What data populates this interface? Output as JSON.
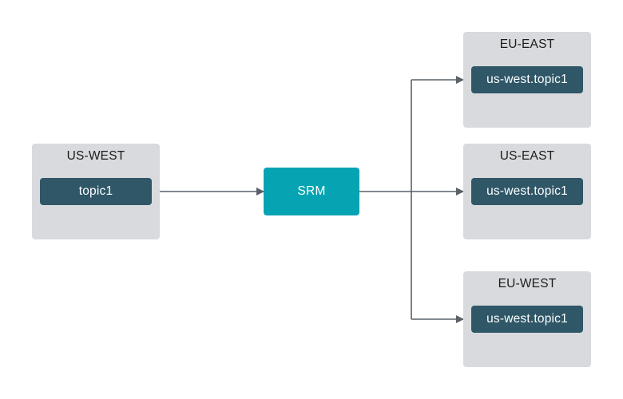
{
  "source": {
    "cluster_label": "US-WEST",
    "topic_label": "topic1"
  },
  "replicator": {
    "label": "SRM"
  },
  "targets": [
    {
      "cluster_label": "EU-EAST",
      "topic_label": "us-west.topic1"
    },
    {
      "cluster_label": "US-EAST",
      "topic_label": "us-west.topic1"
    },
    {
      "cluster_label": "EU-WEST",
      "topic_label": "us-west.topic1"
    }
  ],
  "colors": {
    "cluster_bg": "#d9dadd",
    "topic_bg": "#2f5768",
    "srm_bg": "#06a4b2",
    "connector": "#596068"
  }
}
